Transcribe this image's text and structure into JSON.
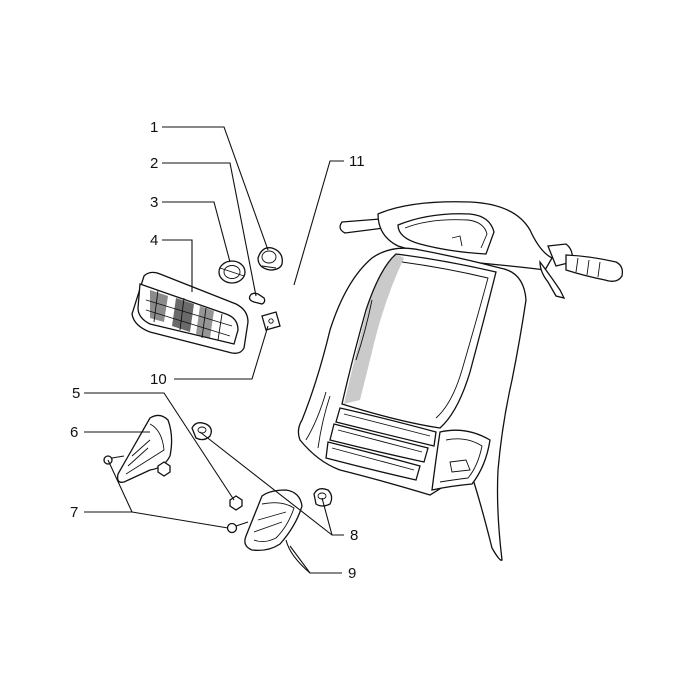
{
  "diagram": {
    "callouts": [
      {
        "id": "c1",
        "text": "1"
      },
      {
        "id": "c2",
        "text": "2"
      },
      {
        "id": "c3",
        "text": "3"
      },
      {
        "id": "c4",
        "text": "4"
      },
      {
        "id": "c5",
        "text": "5"
      },
      {
        "id": "c6",
        "text": "6"
      },
      {
        "id": "c7",
        "text": "7"
      },
      {
        "id": "c8",
        "text": "8"
      },
      {
        "id": "c9",
        "text": "9"
      },
      {
        "id": "c10",
        "text": "10"
      },
      {
        "id": "c11",
        "text": "11"
      }
    ]
  }
}
